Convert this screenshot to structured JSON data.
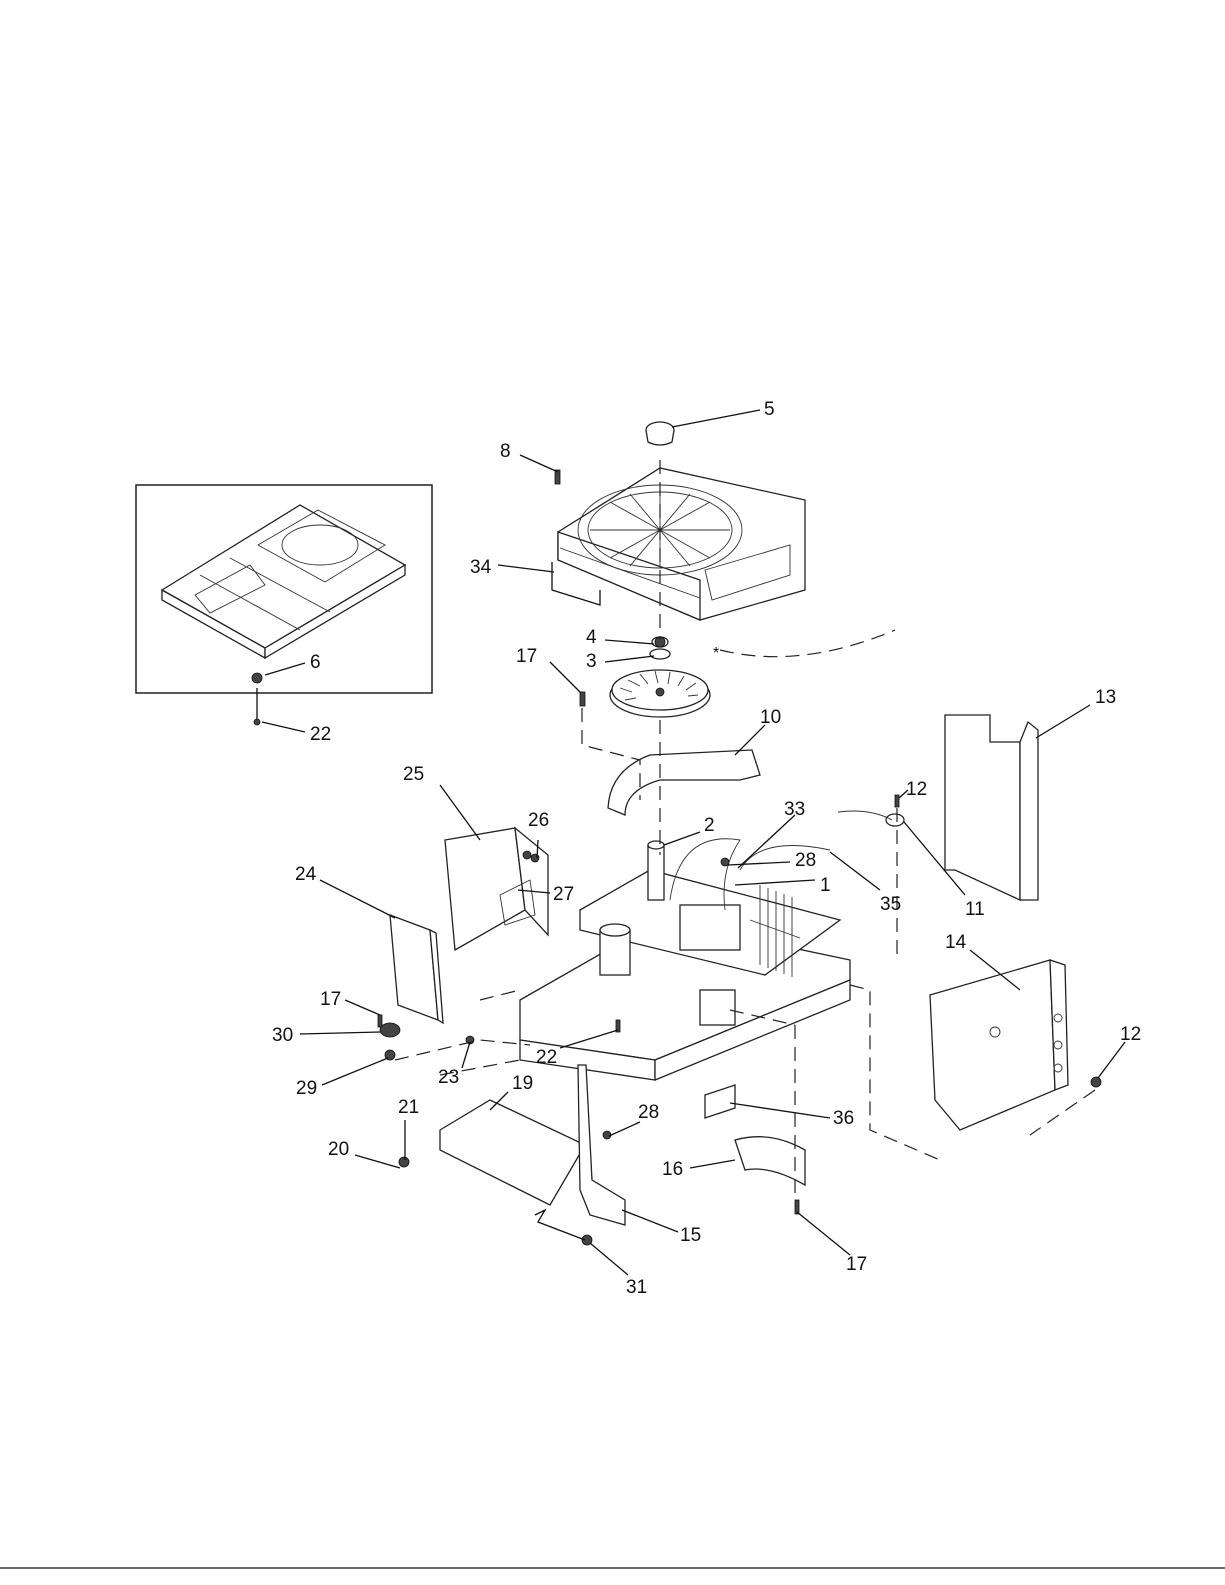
{
  "diagram": {
    "callouts": [
      {
        "id": "c5",
        "text": "5"
      },
      {
        "id": "c8",
        "text": "8"
      },
      {
        "id": "c34",
        "text": "34"
      },
      {
        "id": "c4",
        "text": "4"
      },
      {
        "id": "c3",
        "text": "3"
      },
      {
        "id": "c17a",
        "text": "17"
      },
      {
        "id": "c10",
        "text": "10"
      },
      {
        "id": "c6",
        "text": "6"
      },
      {
        "id": "c22a",
        "text": "22"
      },
      {
        "id": "c13",
        "text": "13"
      },
      {
        "id": "c12a",
        "text": "12"
      },
      {
        "id": "c33",
        "text": "33"
      },
      {
        "id": "c2",
        "text": "2"
      },
      {
        "id": "c25",
        "text": "25"
      },
      {
        "id": "c26",
        "text": "26"
      },
      {
        "id": "c28a",
        "text": "28"
      },
      {
        "id": "c1",
        "text": "1"
      },
      {
        "id": "c35",
        "text": "35"
      },
      {
        "id": "c11",
        "text": "11"
      },
      {
        "id": "c24",
        "text": "24"
      },
      {
        "id": "c27",
        "text": "27"
      },
      {
        "id": "c14",
        "text": "14"
      },
      {
        "id": "c17b",
        "text": "17"
      },
      {
        "id": "c30",
        "text": "30"
      },
      {
        "id": "c22b",
        "text": "22"
      },
      {
        "id": "c12b",
        "text": "12"
      },
      {
        "id": "c29",
        "text": "29"
      },
      {
        "id": "c23",
        "text": "23"
      },
      {
        "id": "c19",
        "text": "19"
      },
      {
        "id": "c21",
        "text": "21"
      },
      {
        "id": "c28b",
        "text": "28"
      },
      {
        "id": "c36",
        "text": "36"
      },
      {
        "id": "c20",
        "text": "20"
      },
      {
        "id": "c16",
        "text": "16"
      },
      {
        "id": "c15",
        "text": "15"
      },
      {
        "id": "c17c",
        "text": "17"
      },
      {
        "id": "c31",
        "text": "31"
      }
    ],
    "asterisk": "*"
  }
}
